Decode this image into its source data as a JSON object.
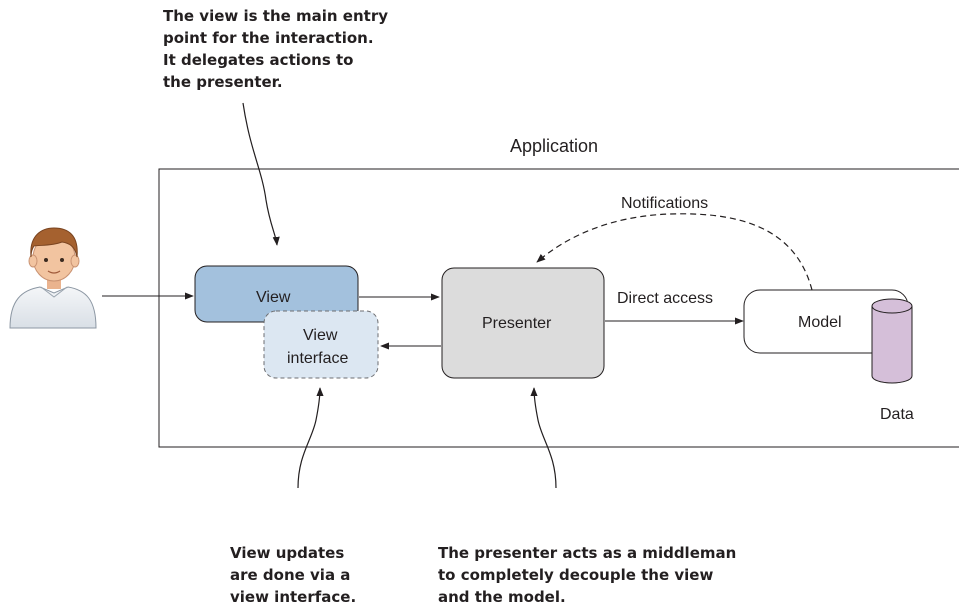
{
  "notes": {
    "view_entry": [
      "The view is the main entry",
      "point for the interaction.",
      "It delegates actions to",
      "the presenter."
    ],
    "view_updates": [
      "View updates",
      "are done via a",
      "view interface."
    ],
    "presenter_middleman": [
      "The presenter acts as a middleman",
      "to completely decouple the view",
      "and the model."
    ]
  },
  "labels": {
    "application": "Application",
    "notifications": "Notifications",
    "direct_access": "Direct access",
    "view": "View",
    "view_interface": [
      "View",
      "interface"
    ],
    "presenter": "Presenter",
    "model": "Model",
    "data": "Data"
  },
  "colors": {
    "view_fill": "#a3c1dd",
    "view_interface_fill": "#dce7f2",
    "presenter_fill": "#dcdcdc",
    "data_fill": "#d5bfd9",
    "stroke": "#231f20"
  },
  "icons": {
    "user": "user-icon",
    "data": "database-icon"
  }
}
